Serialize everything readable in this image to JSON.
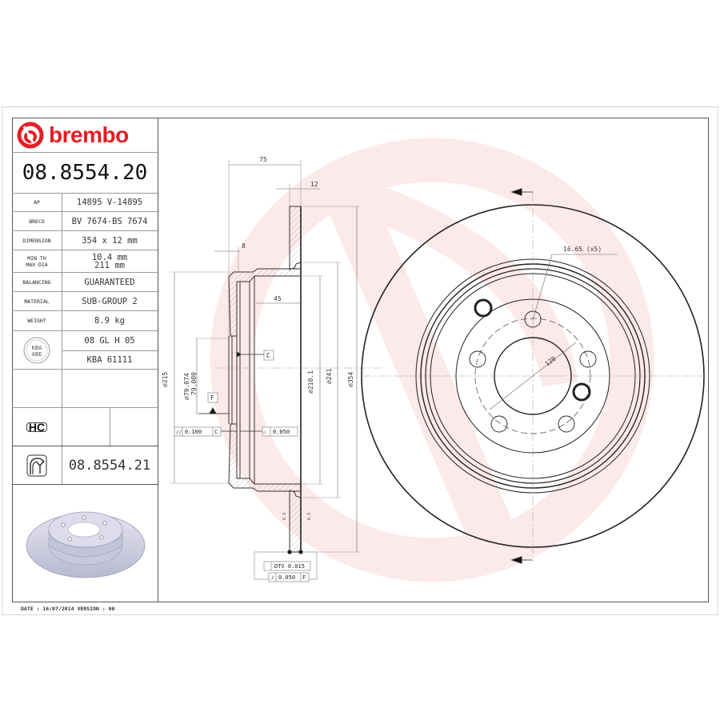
{
  "brand": {
    "name": "brembo",
    "color": "#e31e24"
  },
  "part_number": "08.8554.20",
  "specs": [
    {
      "label": "AP",
      "value": "14895 V-14895"
    },
    {
      "label": "BRECO",
      "value": "BV 7674-BS 7674"
    },
    {
      "label": "DIMENSION",
      "value": "354 x 12 mm"
    },
    {
      "label": "MIN TH\nMAX DIA",
      "value_line1": "10.4 mm",
      "value_line2": "211 mm"
    },
    {
      "label": "BALANCING",
      "value": "GUARANTEED"
    },
    {
      "label": "MATERIAL",
      "value": "SUB-GROUP 2"
    },
    {
      "label": "WEIGHT",
      "value": "8.9 kg"
    }
  ],
  "kba": {
    "badge_line1": "KBA",
    "badge_line2": "ABE",
    "value1": "08 GL H 05",
    "value2": "KBA 61111"
  },
  "hc_badge": "HC",
  "alt_part_number": "08.8554.21",
  "footer": {
    "date": "DATE : 16/07/2014 VERSION : 00"
  },
  "drawing": {
    "section_dims": {
      "overall_depth": "75",
      "disc_thickness": "12",
      "hat_wall": "8",
      "hat_depth": "45",
      "dia_215": "∅215",
      "bore_tol_upper": "79.074",
      "bore_tol_lower": "79.000",
      "dia_210": "∅210.1",
      "dia_241": "∅241",
      "dia_354": "∅354",
      "datum_c": "C",
      "datum_f": "F",
      "parallelism": "0.100",
      "parallelism_ref": "C",
      "flatness": "0.050",
      "dtv": "DTV 0.015",
      "runout": "0.050",
      "runout_ref": "F",
      "surface_mark": "6.3"
    },
    "face_dims": {
      "bolt_hole": "16.65 (x5)",
      "pcd": "120"
    }
  }
}
